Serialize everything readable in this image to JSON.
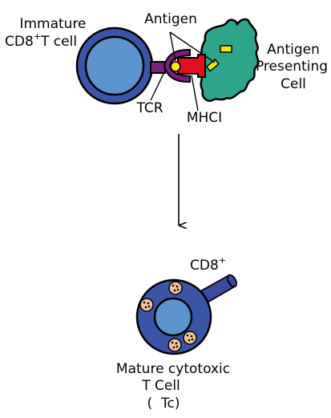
{
  "labels": {
    "immature_line1": "Immature",
    "immature_line2_pre": "CD8",
    "immature_line2_sup": "+",
    "immature_line2_post": "T cell",
    "antigen": "Antigen",
    "apc_line1": "Antigen",
    "apc_line2": "Presenting",
    "apc_line3": "Cell",
    "tcr": "TCR",
    "mhci": "MHCI",
    "cd8_pre": "CD8",
    "cd8_sup": "+",
    "mature_line1": "Mature cytotoxic",
    "mature_line2": "T Cell",
    "mature_line3": "(  Tc)"
  },
  "colors": {
    "cell_outer": "#3a55a8",
    "cell_inner": "#5b94cf",
    "tcr": "#7b1f7a",
    "mhc": "#e0101e",
    "apc": "#2ea58b",
    "antigen": "#f5e614",
    "granule": "#f6c29a",
    "cd8": "#3a4ba0"
  }
}
